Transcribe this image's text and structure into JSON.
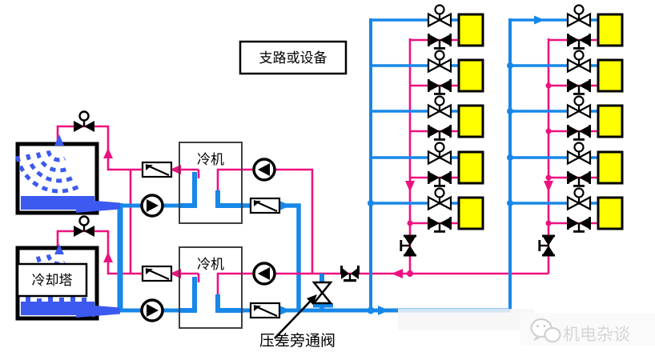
{
  "labels": {
    "branch_or_equipment": "支路或设备",
    "cooling_tower": "冷却塔",
    "chiller_top": "冷机",
    "chiller_bottom": "冷机",
    "pressure_bypass_valve": "压差旁通阀"
  },
  "watermark": {
    "text": "机电杂谈"
  },
  "colors": {
    "pipe-blue": "#1787e8",
    "return-magenta": "#ee1180",
    "tower-blue": "#3c5af0",
    "load-yellow": "#ffff00",
    "line-black": "#000000",
    "chiller-border": "#3f3f3f",
    "watermark-gray": "#d6d6d6"
  },
  "structure": {
    "cooling_towers": 2,
    "chillers": 2,
    "condenser_pumps": 2,
    "chilled_water_pumps": 2,
    "risers": 2,
    "loads_per_riser": 5
  }
}
